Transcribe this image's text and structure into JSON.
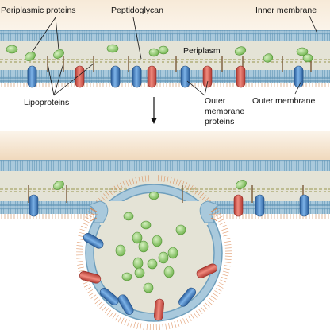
{
  "labels": {
    "periplasmic_proteins": "Periplasmic proteins",
    "peptidoglycan": "Peptidoglycan",
    "inner_membrane": "Inner membrane",
    "periplasm": "Periplasm",
    "lipoproteins": "Lipoproteins",
    "outer_membrane_proteins_1": "Outer",
    "outer_membrane_proteins_2": "membrane",
    "outer_membrane_proteins_3": "proteins",
    "outer_membrane": "Outer membrane"
  },
  "colors": {
    "membrane_blue": "#8fb7cf",
    "periplasm_fill": "#e4e3d6",
    "cytoplasm_fill": "#f4e2cc",
    "peptidoglycan": "#a8a46a",
    "green_protein": "#8ec86a",
    "blue_protein": "#3a7cc4",
    "red_protein": "#d9534a",
    "lps_orange": "#d9824a",
    "lipoprotein_brown": "#7a5a3a"
  }
}
